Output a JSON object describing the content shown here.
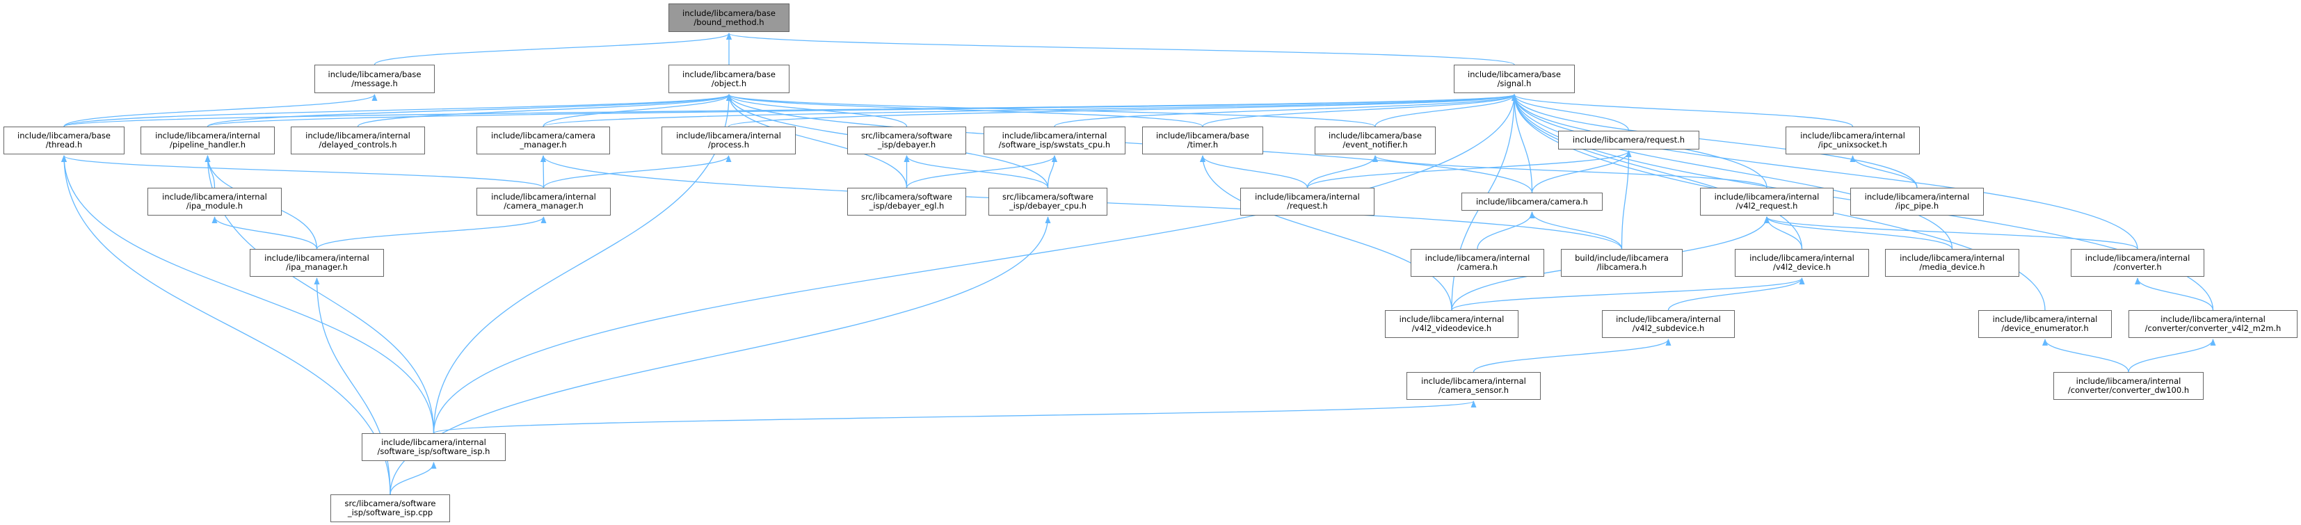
{
  "graph": {
    "colors": {
      "edge": "#63b8ff",
      "node_border": "#666666",
      "current_fill": "#999999"
    },
    "nodes": [
      {
        "id": "bound_method",
        "label": "include/libcamera/base\n/bound_method.h",
        "current": true
      },
      {
        "id": "message",
        "label": "include/libcamera/base\n/message.h"
      },
      {
        "id": "object",
        "label": "include/libcamera/base\n/object.h"
      },
      {
        "id": "signal",
        "label": "include/libcamera/base\n/signal.h"
      },
      {
        "id": "thread",
        "label": "include/libcamera/base\n/thread.h"
      },
      {
        "id": "pipeline_handler",
        "label": "include/libcamera/internal\n/pipeline_handler.h"
      },
      {
        "id": "delayed_controls",
        "label": "include/libcamera/internal\n/delayed_controls.h"
      },
      {
        "id": "camera_manager_pub",
        "label": "include/libcamera/camera\n_manager.h"
      },
      {
        "id": "process",
        "label": "include/libcamera/internal\n/process.h"
      },
      {
        "id": "debayer",
        "label": "src/libcamera/software\n_isp/debayer.h"
      },
      {
        "id": "swstats_cpu",
        "label": "include/libcamera/internal\n/software_isp/swstats_cpu.h"
      },
      {
        "id": "timer",
        "label": "include/libcamera/base\n/timer.h"
      },
      {
        "id": "event_notifier",
        "label": "include/libcamera/base\n/event_notifier.h"
      },
      {
        "id": "request_pub",
        "label": "include/libcamera/request.h"
      },
      {
        "id": "ipc_unixsocket",
        "label": "include/libcamera/internal\n/ipc_unixsocket.h"
      },
      {
        "id": "camera_manager_int",
        "label": "include/libcamera/internal\n/camera_manager.h"
      },
      {
        "id": "ipa_module",
        "label": "include/libcamera/internal\n/ipa_module.h"
      },
      {
        "id": "debayer_egl",
        "label": "src/libcamera/software\n_isp/debayer_egl.h"
      },
      {
        "id": "debayer_cpu",
        "label": "src/libcamera/software\n_isp/debayer_cpu.h"
      },
      {
        "id": "request_int",
        "label": "include/libcamera/internal\n/request.h"
      },
      {
        "id": "camera_pub",
        "label": "include/libcamera/camera.h"
      },
      {
        "id": "v4l2_request",
        "label": "include/libcamera/internal\n/v4l2_request.h"
      },
      {
        "id": "ipc_pipe",
        "label": "include/libcamera/internal\n/ipc_pipe.h"
      },
      {
        "id": "ipa_manager",
        "label": "include/libcamera/internal\n/ipa_manager.h"
      },
      {
        "id": "camera_int",
        "label": "include/libcamera/internal\n/camera.h"
      },
      {
        "id": "libcamera_build",
        "label": "build/include/libcamera\n/libcamera.h"
      },
      {
        "id": "v4l2_device",
        "label": "include/libcamera/internal\n/v4l2_device.h"
      },
      {
        "id": "media_device",
        "label": "include/libcamera/internal\n/media_device.h"
      },
      {
        "id": "converter",
        "label": "include/libcamera/internal\n/converter.h"
      },
      {
        "id": "v4l2_videodevice",
        "label": "include/libcamera/internal\n/v4l2_videodevice.h"
      },
      {
        "id": "v4l2_subdevice",
        "label": "include/libcamera/internal\n/v4l2_subdevice.h"
      },
      {
        "id": "device_enumerator",
        "label": "include/libcamera/internal\n/device_enumerator.h"
      },
      {
        "id": "converter_v4l2_m2m",
        "label": "include/libcamera/internal\n/converter/converter_v4l2_m2m.h"
      },
      {
        "id": "camera_sensor",
        "label": "include/libcamera/internal\n/camera_sensor.h"
      },
      {
        "id": "converter_dw100",
        "label": "include/libcamera/internal\n/converter/converter_dw100.h"
      },
      {
        "id": "software_isp_h",
        "label": "include/libcamera/internal\n/software_isp/software_isp.h"
      },
      {
        "id": "software_isp_cpp",
        "label": "src/libcamera/software\n_isp/software_isp.cpp"
      }
    ],
    "edges": [
      [
        "message",
        "bound_method"
      ],
      [
        "object",
        "bound_method"
      ],
      [
        "signal",
        "bound_method"
      ],
      [
        "thread",
        "message"
      ],
      [
        "thread",
        "object"
      ],
      [
        "pipeline_handler",
        "object"
      ],
      [
        "delayed_controls",
        "object"
      ],
      [
        "camera_manager_pub",
        "object"
      ],
      [
        "debayer",
        "object"
      ],
      [
        "debayer_egl",
        "object"
      ],
      [
        "debayer_cpu",
        "object"
      ],
      [
        "timer",
        "object"
      ],
      [
        "event_notifier",
        "object"
      ],
      [
        "camera_pub",
        "object"
      ],
      [
        "software_isp_h",
        "object"
      ],
      [
        "thread",
        "signal"
      ],
      [
        "pipeline_handler",
        "signal"
      ],
      [
        "camera_manager_pub",
        "signal"
      ],
      [
        "process",
        "signal"
      ],
      [
        "swstats_cpu",
        "signal"
      ],
      [
        "timer",
        "signal"
      ],
      [
        "event_notifier",
        "signal"
      ],
      [
        "request_pub",
        "signal"
      ],
      [
        "camera_pub",
        "signal"
      ],
      [
        "ipc_unixsocket",
        "signal"
      ],
      [
        "v4l2_request",
        "signal"
      ],
      [
        "ipc_pipe",
        "signal"
      ],
      [
        "v4l2_device",
        "signal"
      ],
      [
        "media_device",
        "signal"
      ],
      [
        "converter",
        "signal"
      ],
      [
        "device_enumerator",
        "signal"
      ],
      [
        "converter_v4l2_m2m",
        "signal"
      ],
      [
        "v4l2_videodevice",
        "signal"
      ],
      [
        "software_isp_h",
        "signal"
      ],
      [
        "camera_manager_int",
        "thread"
      ],
      [
        "software_isp_h",
        "thread"
      ],
      [
        "software_isp_cpp",
        "thread"
      ],
      [
        "ipa_module",
        "pipeline_handler"
      ],
      [
        "ipa_manager",
        "pipeline_handler"
      ],
      [
        "software_isp_h",
        "pipeline_handler"
      ],
      [
        "ipa_manager",
        "ipa_module"
      ],
      [
        "camera_manager_int",
        "camera_manager_pub"
      ],
      [
        "libcamera_build",
        "camera_manager_pub"
      ],
      [
        "camera_manager_int",
        "process"
      ],
      [
        "ipa_manager",
        "camera_manager_int"
      ],
      [
        "software_isp_cpp",
        "ipa_manager"
      ],
      [
        "software_isp_cpp",
        "software_isp_h"
      ],
      [
        "debayer_egl",
        "debayer"
      ],
      [
        "debayer_cpu",
        "debayer"
      ],
      [
        "debayer_egl",
        "swstats_cpu"
      ],
      [
        "debayer_cpu",
        "swstats_cpu"
      ],
      [
        "software_isp_cpp",
        "debayer_cpu"
      ],
      [
        "request_int",
        "timer"
      ],
      [
        "v4l2_videodevice",
        "timer"
      ],
      [
        "request_int",
        "event_notifier"
      ],
      [
        "v4l2_request",
        "event_notifier"
      ],
      [
        "request_int",
        "request_pub"
      ],
      [
        "camera_pub",
        "request_pub"
      ],
      [
        "libcamera_build",
        "request_pub"
      ],
      [
        "camera_int",
        "camera_pub"
      ],
      [
        "libcamera_build",
        "camera_pub"
      ],
      [
        "v4l2_device",
        "v4l2_request"
      ],
      [
        "v4l2_videodevice",
        "v4l2_request"
      ],
      [
        "media_device",
        "v4l2_request"
      ],
      [
        "converter",
        "v4l2_request"
      ],
      [
        "v4l2_videodevice",
        "v4l2_device"
      ],
      [
        "v4l2_subdevice",
        "v4l2_device"
      ],
      [
        "camera_sensor",
        "v4l2_subdevice"
      ],
      [
        "software_isp_h",
        "camera_sensor"
      ],
      [
        "ipc_pipe",
        "ipc_unixsocket"
      ],
      [
        "converter_v4l2_m2m",
        "converter"
      ],
      [
        "converter_dw100",
        "converter_v4l2_m2m"
      ],
      [
        "converter_dw100",
        "device_enumerator"
      ]
    ]
  }
}
